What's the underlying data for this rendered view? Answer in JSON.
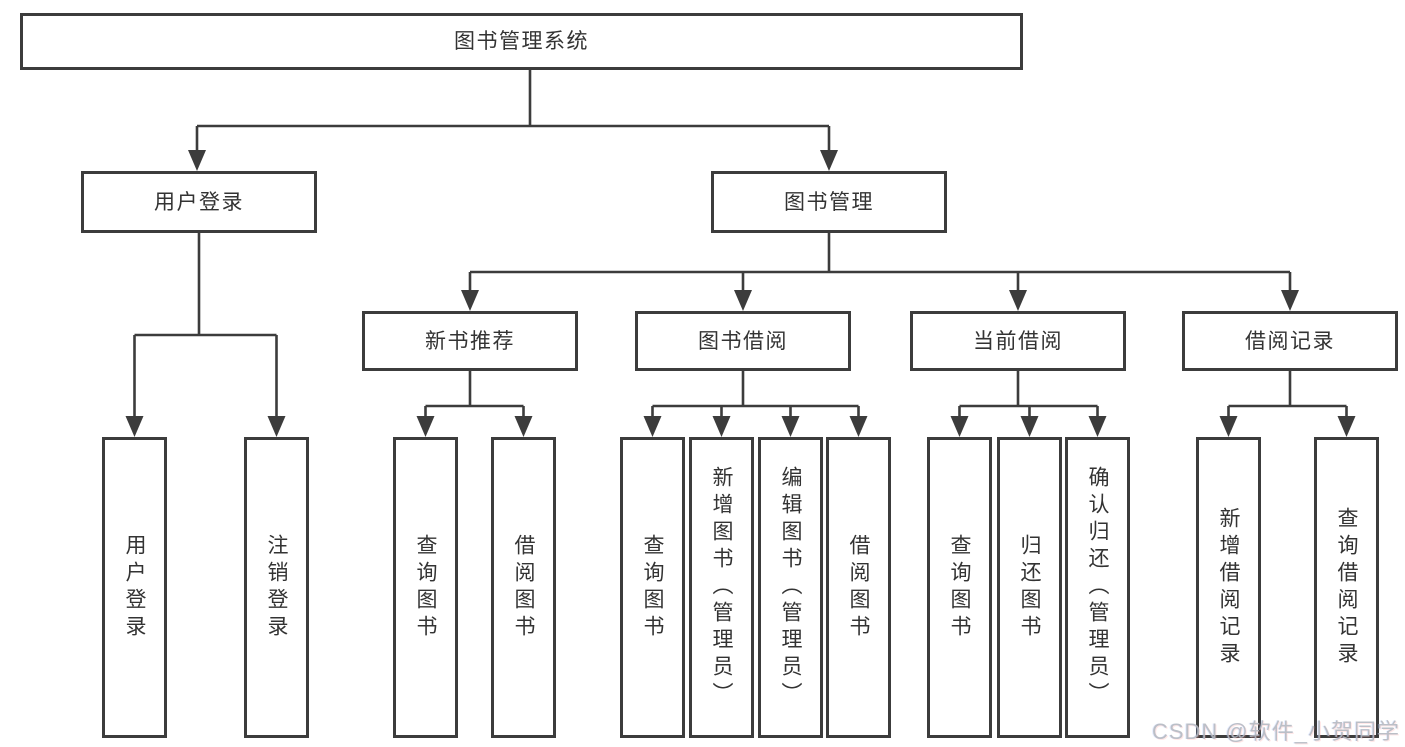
{
  "colors": {
    "line": "#3c3c3c",
    "text": "#333333",
    "box_bg": "#ffffff",
    "background": "#ffffff",
    "watermark": "#b4b9c1"
  },
  "root": {
    "label": "图书管理系统"
  },
  "level2": [
    {
      "id": "user-login",
      "label": "用户登录"
    },
    {
      "id": "book-management",
      "label": "图书管理"
    }
  ],
  "level3": [
    {
      "id": "new-book-recommend",
      "parent": "图书管理",
      "label": "新书推荐"
    },
    {
      "id": "book-borrow",
      "parent": "图书管理",
      "label": "图书借阅"
    },
    {
      "id": "current-borrow",
      "parent": "图书管理",
      "label": "当前借阅"
    },
    {
      "id": "borrow-records",
      "parent": "图书管理",
      "label": "借阅记录"
    }
  ],
  "leaves": [
    {
      "parent": "用户登录",
      "label": "用户登录"
    },
    {
      "parent": "用户登录",
      "label": "注销登录"
    },
    {
      "parent": "新书推荐",
      "label": "查询图书"
    },
    {
      "parent": "新书推荐",
      "label": "借阅图书"
    },
    {
      "parent": "图书借阅",
      "label": "查询图书"
    },
    {
      "parent": "图书借阅",
      "label": "新增图书（管理员）"
    },
    {
      "parent": "图书借阅",
      "label": "编辑图书（管理员）"
    },
    {
      "parent": "图书借阅",
      "label": "借阅图书"
    },
    {
      "parent": "当前借阅",
      "label": "查询图书"
    },
    {
      "parent": "当前借阅",
      "label": "归还图书"
    },
    {
      "parent": "当前借阅",
      "label": "确认归还（管理员）"
    },
    {
      "parent": "借阅记录",
      "label": "新增借阅记录"
    },
    {
      "parent": "借阅记录",
      "label": "查询借阅记录"
    }
  ],
  "watermark": {
    "text": "CSDN @软件_小贺同学"
  }
}
